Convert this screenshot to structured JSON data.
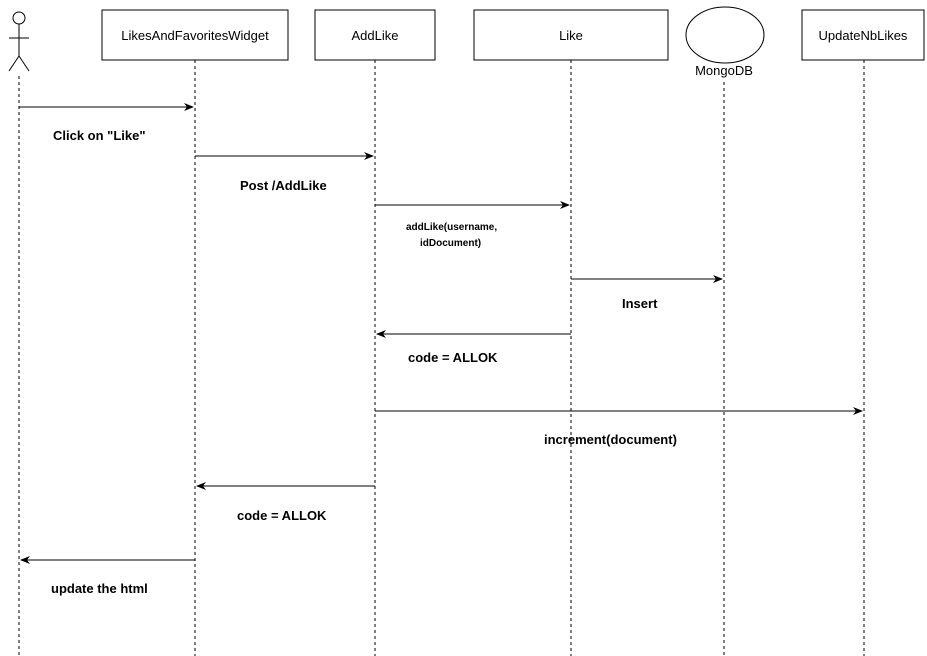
{
  "diagram": {
    "type": "sequence",
    "participants": [
      {
        "id": "user",
        "label": "",
        "kind": "actor"
      },
      {
        "id": "widget",
        "label": "LikesAndFavoritesWidget",
        "kind": "box"
      },
      {
        "id": "addlike",
        "label": "AddLike",
        "kind": "box"
      },
      {
        "id": "like",
        "label": "Like",
        "kind": "box"
      },
      {
        "id": "mongodb",
        "label": "MongoDB",
        "kind": "database"
      },
      {
        "id": "updatenblikes",
        "label": "UpdateNbLikes",
        "kind": "box"
      }
    ],
    "messages": [
      {
        "from": "user",
        "to": "widget",
        "label": [
          "Click on \"Like\""
        ]
      },
      {
        "from": "widget",
        "to": "addlike",
        "label": [
          "Post /AddLike"
        ]
      },
      {
        "from": "addlike",
        "to": "like",
        "label": [
          "addLike(username,",
          "idDocument)"
        ]
      },
      {
        "from": "like",
        "to": "mongodb",
        "label": [
          "Insert"
        ]
      },
      {
        "from": "like",
        "to": "addlike",
        "label": [
          "code = ALLOK"
        ]
      },
      {
        "from": "addlike",
        "to": "updatenblikes",
        "label": [
          "increment(document)"
        ]
      },
      {
        "from": "addlike",
        "to": "widget",
        "label": [
          "code = ALLOK"
        ]
      },
      {
        "from": "widget",
        "to": "user",
        "label": [
          "update the html"
        ]
      }
    ]
  }
}
